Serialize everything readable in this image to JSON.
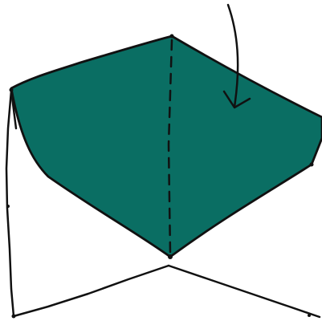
{
  "diagram": {
    "colors": {
      "background": "#ffffff",
      "fold_flap": "#0a6e63",
      "stroke": "#111111"
    },
    "elements": {
      "fold_flap": "fold-flap",
      "valley_fold_line": "valley-fold-line",
      "fold_direction_arrow": "fold-direction-arrow",
      "paper_base": "paper-base-outline"
    }
  }
}
